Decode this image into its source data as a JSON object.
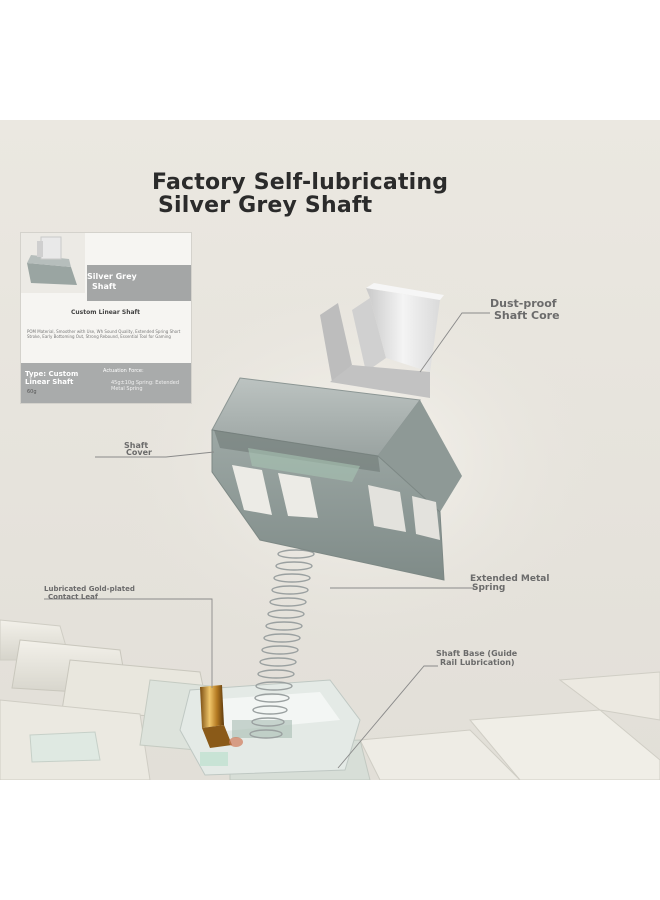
{
  "title": {
    "line1": "Factory Self-lubricating",
    "line2": "Silver Grey Shaft"
  },
  "info_card": {
    "header_line1": "Silver Grey",
    "header_line2": "Shaft",
    "subtitle": "Custom Linear Shaft",
    "description": "POM Material, Smoother with Use, Wh Sound Quality, Extended Spring Short Stroke, Early Bottoming Out, Strong Rebound, Essential Tool for Gaming",
    "type_label": "Type: Custom Linear Shaft",
    "weight": "60g",
    "force_label": "Actuation Force:",
    "force_value": "45g±10g Spring: Extended Metal Spring"
  },
  "callouts": {
    "dust_proof_line1": "Dust-proof",
    "dust_proof_line2": "Shaft Core",
    "shaft_cover_line1": "Shaft",
    "shaft_cover_line2": "Cover",
    "spring_line1": "Extended Metal",
    "spring_line2": "Spring",
    "contact_leaf_line1": "Lubricated Gold-plated",
    "contact_leaf_line2": "Contact Leaf",
    "shaft_base_line1": "Shaft Base (Guide",
    "shaft_base_line2": "Rail Lubrication)"
  },
  "colors": {
    "background": "#e8e5de",
    "switch_housing": "#a3acaa",
    "switch_stem": "#e6e6e6",
    "gold_leaf": "#c8912a",
    "title_text": "#2b2b2b",
    "callout_text": "#6b6b6b"
  }
}
